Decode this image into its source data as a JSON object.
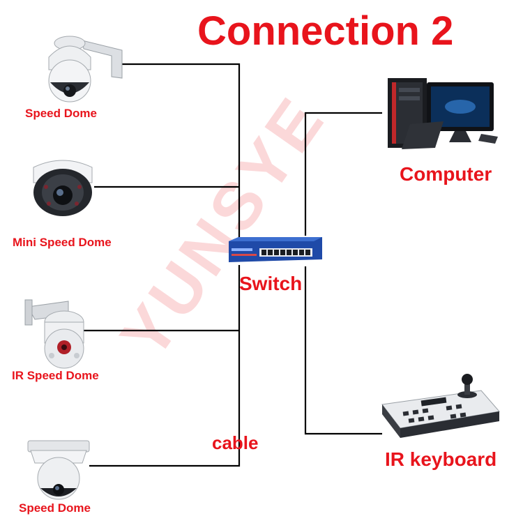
{
  "title": "Connection 2",
  "watermark": "YUNSYE",
  "colors": {
    "label": "#e8141c",
    "wire": "#000000",
    "switch_body": "#1f4aa8",
    "monitor": "#101216",
    "tower_accent": "#c0282a"
  },
  "devices": {
    "speed_dome_top": {
      "label": "Speed Dome",
      "icon": "speed-dome-camera-icon"
    },
    "mini_speed_dome": {
      "label": "Mini Speed Dome",
      "icon": "mini-speed-dome-camera-icon"
    },
    "ir_speed_dome": {
      "label": "IR Speed Dome",
      "icon": "ir-speed-dome-camera-icon"
    },
    "speed_dome_bottom": {
      "label": "Speed Dome",
      "icon": "ceiling-speed-dome-camera-icon"
    },
    "switch": {
      "label": "Switch",
      "icon": "network-switch-icon"
    },
    "computer": {
      "label": "Computer",
      "icon": "desktop-computer-icon"
    },
    "ir_keyboard": {
      "label": "IR keyboard",
      "icon": "ptz-keyboard-controller-icon"
    }
  },
  "cable_label": "cable"
}
